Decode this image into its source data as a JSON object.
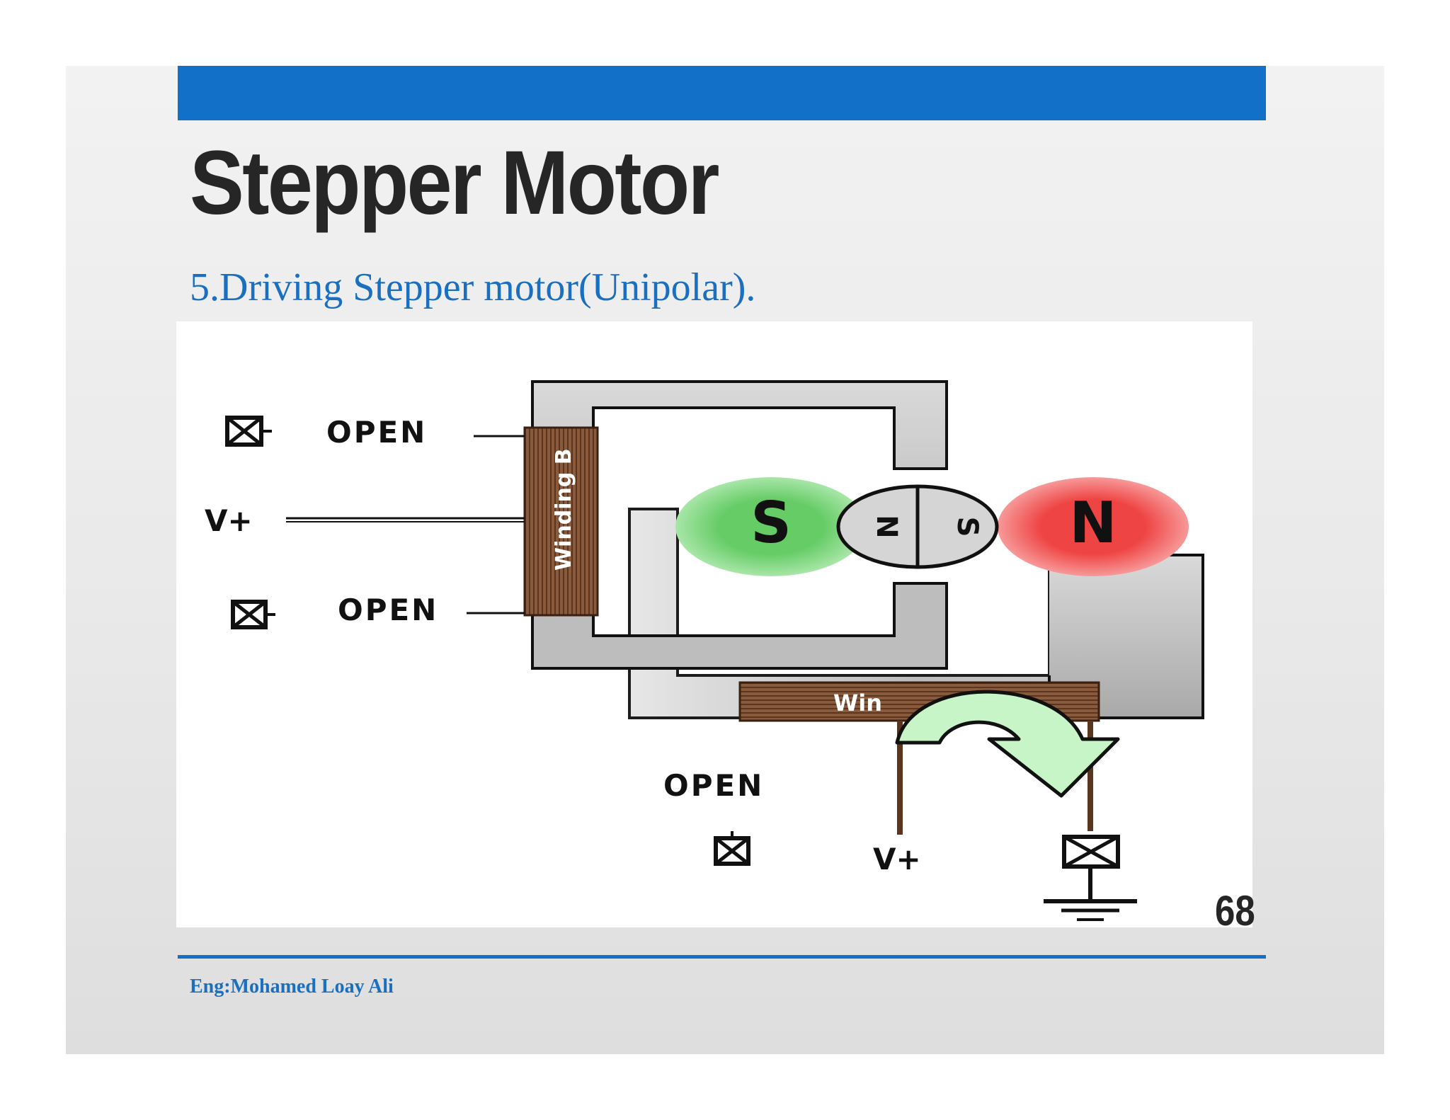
{
  "slide": {
    "title": "Stepper Motor",
    "subtitle": "5.Driving Stepper motor(Unipolar).",
    "page_number": "68",
    "author": "Eng:Mohamed Loay Ali",
    "colors": {
      "accent_blue": "#1270c8",
      "title_text": "#262626",
      "north_pole": "#ef4444",
      "south_pole": "#66cc66",
      "winding": "#8a5a3c",
      "arrow_fill": "#c8f5c8"
    }
  },
  "diagram": {
    "winding_b": {
      "label": "Winding B",
      "top_terminal": "OPEN",
      "center_tap": "V+",
      "bottom_terminal": "OPEN"
    },
    "winding_a": {
      "label": "Winding A",
      "visible_label": "Win",
      "left_terminal": "OPEN",
      "center_tap": "V+"
    },
    "left_stator_pole": "S",
    "right_stator_pole": "N",
    "rotor": {
      "left": "N",
      "right": "S"
    },
    "rotation": "clockwise",
    "right_terminal": "ground"
  }
}
